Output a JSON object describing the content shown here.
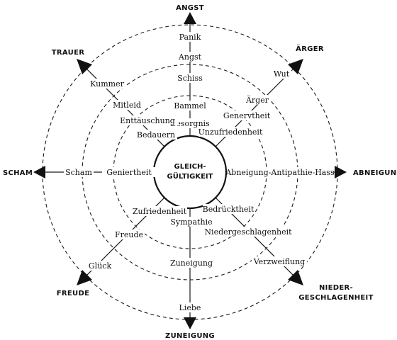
{
  "diagram": {
    "center": {
      "line1": "GLEICH-",
      "line2": "GÜLTIGKEIT"
    },
    "directions": {
      "top": "ANGST",
      "bottom": "ZUNEIGUNG",
      "left": "SCHAM",
      "right": "ABNEIGUNG",
      "top_left": "TRAUER",
      "top_right": "ÄRGER",
      "bottom_left": "FREUDE",
      "bottom_right_line1": "NIEDER-",
      "bottom_right_line2": "GESCHLAGENHEIT"
    },
    "labels": {
      "panik": "Panik",
      "angst": "Angst",
      "schiss": "Schiss",
      "bammel": "Bammel",
      "besorgnis": "Besorgnis",
      "kummer": "Kummer",
      "mitleid": "Mitleid",
      "enttaeuschung": "Enttäuschung",
      "bedauern": "Bedauern",
      "wut": "Wut",
      "aerger": "Ärger",
      "genervtheit": "Genervtheit",
      "unzufriedenheit": "Unzufriedenheit",
      "scham": "Scham",
      "geniertheit": "Geniertheit",
      "abneigung_antipathie_hass": "Abneigung-Antipathie-Hass",
      "zufriedenheit": "Zufriedenheit",
      "freude": "Freude",
      "glueck": "Glück",
      "sympathie": "Sympathie",
      "zuneigung": "Zuneigung",
      "liebe": "Liebe",
      "bedruecktheit": "Bedrücktheit",
      "niedergeschlagenheit": "Niedergeschlagenheit",
      "verzweiflung": "Verzweiflung"
    }
  }
}
